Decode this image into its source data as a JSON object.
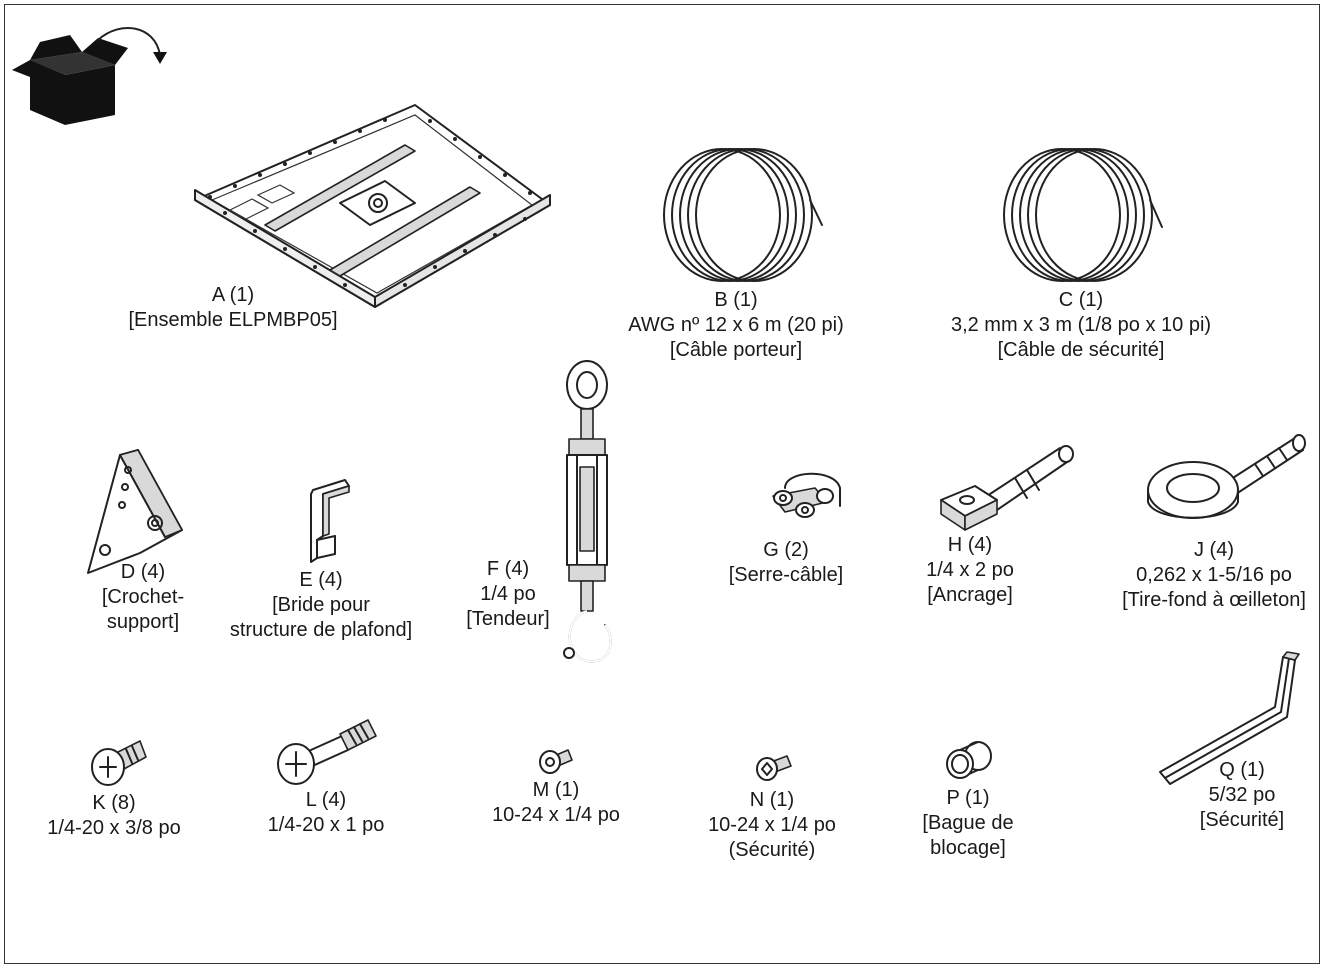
{
  "icons": {
    "box": "open-box-rotate-icon"
  },
  "parts": [
    {
      "id": "A",
      "icon": "mounting-plate-icon",
      "lines": [
        "A (1)",
        "[Ensemble ELPMBP05]"
      ]
    },
    {
      "id": "B",
      "icon": "wire-coil-icon",
      "lines": [
        "B (1)",
        "AWG nº 12 x 6 m (20 pi)",
        "[Câble porteur]"
      ]
    },
    {
      "id": "C",
      "icon": "wire-coil-icon",
      "lines": [
        "C (1)",
        "3,2 mm x 3 m (1/8 po x 10 pi)",
        "[Câble de sécurité]"
      ]
    },
    {
      "id": "D",
      "icon": "bracket-icon",
      "lines": [
        "D (4)",
        "[Crochet-",
        "support]"
      ]
    },
    {
      "id": "E",
      "icon": "clip-icon",
      "lines": [
        "E (4)",
        "[Bride pour",
        "structure de plafond]"
      ]
    },
    {
      "id": "F",
      "icon": "turnbuckle-icon",
      "lines": [
        "F (4)",
        "1/4 po",
        "[Tendeur]"
      ]
    },
    {
      "id": "G",
      "icon": "wire-clamp-icon",
      "lines": [
        "G (2)",
        "[Serre-câble]"
      ]
    },
    {
      "id": "H",
      "icon": "anchor-icon",
      "lines": [
        "H (4)",
        "1/4 x 2 po",
        "[Ancrage]"
      ]
    },
    {
      "id": "J",
      "icon": "eye-lag-screw-icon",
      "lines": [
        "J (4)",
        "0,262 x 1-5/16 po",
        "[Tire-fond à œilleton]"
      ]
    },
    {
      "id": "K",
      "icon": "screw-icon",
      "lines": [
        "K (8)",
        "1/4-20 x 3/8 po"
      ]
    },
    {
      "id": "L",
      "icon": "screw-icon",
      "lines": [
        "L (4)",
        "1/4-20 x 1 po"
      ]
    },
    {
      "id": "M",
      "icon": "screw-icon",
      "lines": [
        "M (1)",
        "10-24 x 1/4 po"
      ]
    },
    {
      "id": "N",
      "icon": "security-screw-icon",
      "lines": [
        "N (1)",
        "10-24 x 1/4 po",
        "(Sécurité)"
      ]
    },
    {
      "id": "P",
      "icon": "lock-ring-icon",
      "lines": [
        "P (1)",
        "[Bague de",
        "blocage]"
      ]
    },
    {
      "id": "Q",
      "icon": "hex-key-icon",
      "lines": [
        "Q (1)",
        "5/32 po",
        "[Sécurité]"
      ]
    }
  ]
}
